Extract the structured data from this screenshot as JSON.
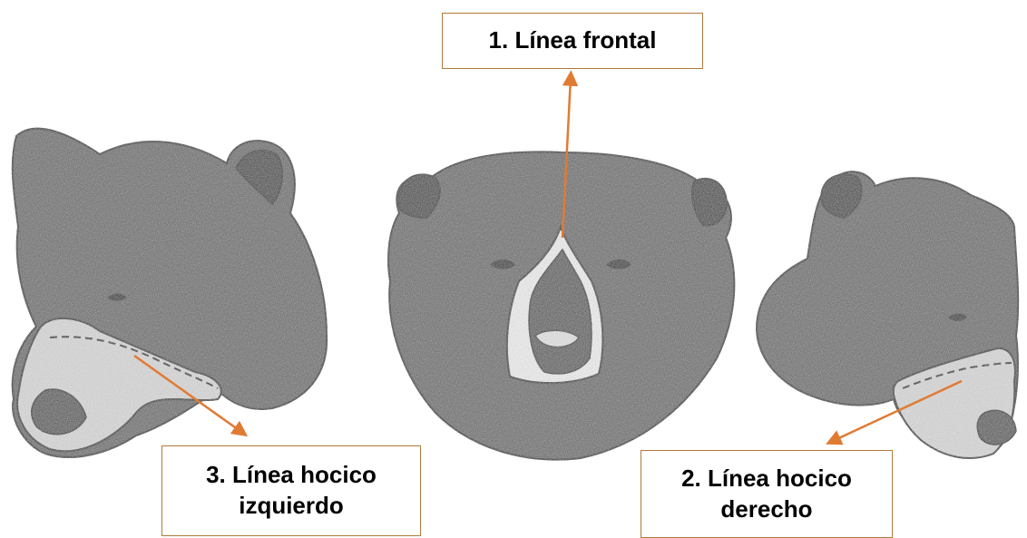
{
  "labels": {
    "frontal": "1. Línea frontal",
    "right_line1": "2. Línea hocico",
    "right_line2": "derecho",
    "left_line1": "3. Línea hocico",
    "left_line2": "izquierdo"
  },
  "colors": {
    "arrow": "#e07b34",
    "box_border": "#b07a3a",
    "fur": "#5c5c5c",
    "outline": "#2a2a2a"
  }
}
